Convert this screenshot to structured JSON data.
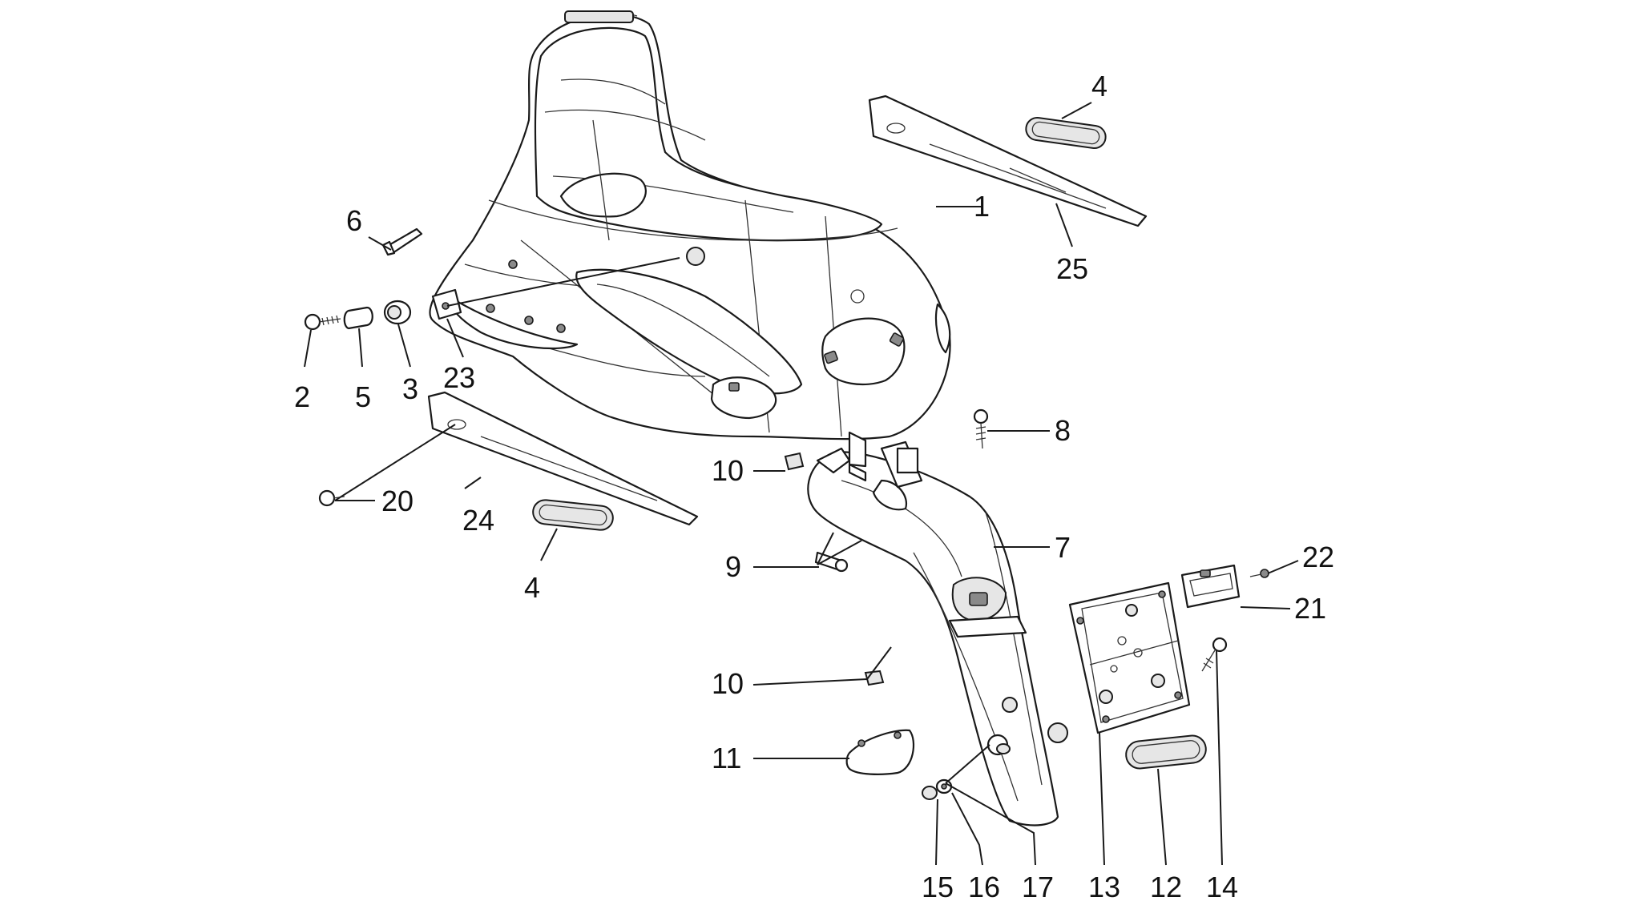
{
  "callouts": {
    "c1": "1",
    "c2": "2",
    "c3": "3",
    "c4a": "4",
    "c4b": "4",
    "c5": "5",
    "c6": "6",
    "c7": "7",
    "c8": "8",
    "c9": "9",
    "c10a": "10",
    "c10b": "10",
    "c11": "11",
    "c12": "12",
    "c13": "13",
    "c14": "14",
    "c15": "15",
    "c16": "16",
    "c17": "17",
    "c20": "20",
    "c21": "21",
    "c22": "22",
    "c23": "23",
    "c24": "24",
    "c25": "25"
  }
}
